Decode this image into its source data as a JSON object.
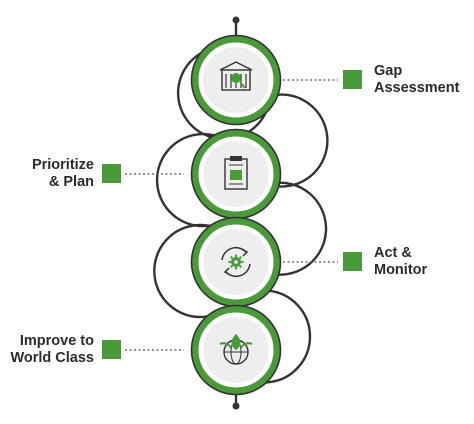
{
  "colors": {
    "accent": "#4a9a3a",
    "accent_dark": "#2f6e27",
    "circle_fill": "#eeeeee",
    "line": "#333333",
    "text": "#2b2b2b",
    "dots": "#555555"
  },
  "steps": [
    {
      "label": "Gap\nAssessment",
      "side": "right",
      "icon": "building-assessment-icon"
    },
    {
      "label": "Prioritize\n& Plan",
      "side": "left",
      "icon": "clipboard-plan-icon"
    },
    {
      "label": "Act &\nMonitor",
      "side": "right",
      "icon": "gear-cycle-icon"
    },
    {
      "label": "Improve to\nWorld Class",
      "side": "left",
      "icon": "globe-leaf-icon"
    }
  ]
}
